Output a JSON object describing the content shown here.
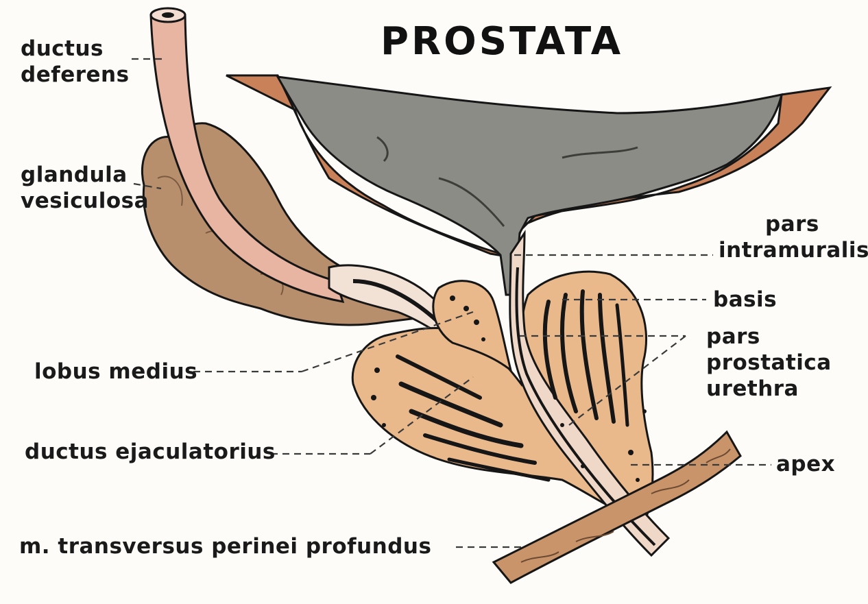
{
  "title": "PROSTATA",
  "labels": {
    "ductus_deferens": [
      "ductus",
      "deferens"
    ],
    "glandula_vesiculosa": [
      "glandula",
      "vesiculosa"
    ],
    "lobus_medius": "lobus medius",
    "ductus_ejaculatorius": "ductus ejaculatorius",
    "m_transversus": "m. transversus perinei profundus",
    "pars_intramuralis": [
      "pars",
      "intramuralis"
    ],
    "basis": "basis",
    "pars_prostatica": [
      "pars",
      "prostatica",
      "urethra"
    ],
    "apex": "apex"
  },
  "colors": {
    "muscle": "#c9815a",
    "muscle_dark": "#a8603c",
    "bladder_lumen": "#8c8c86",
    "prostate": "#e9b98c",
    "vesicle": "#b88f6c",
    "duct": "#e8b5a3",
    "outline": "#161616",
    "leader": "#3a3a3a"
  }
}
